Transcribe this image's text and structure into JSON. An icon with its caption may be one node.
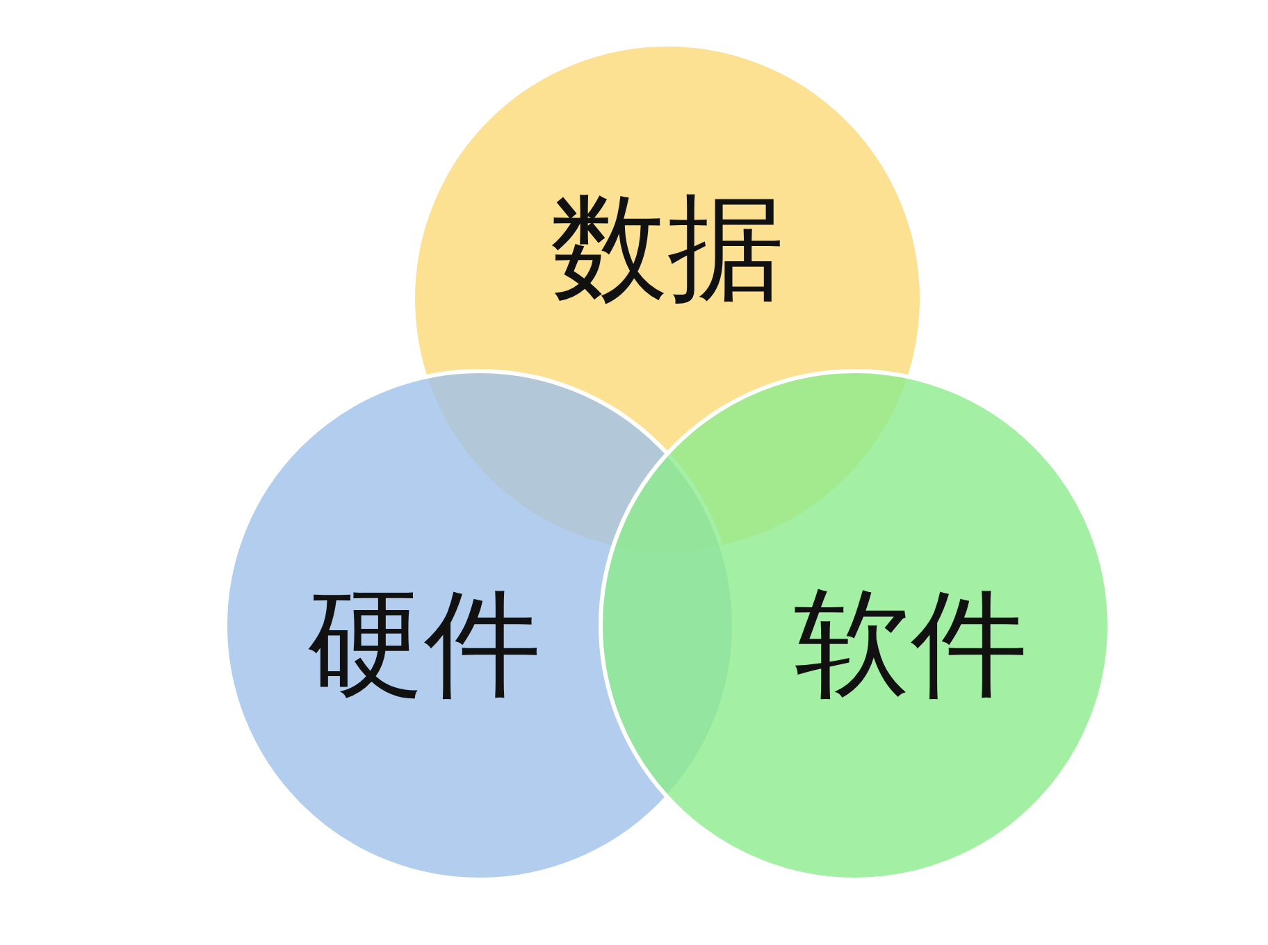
{
  "diagram": {
    "nodes": [
      {
        "text": [
          "数据"
        ]
      },
      {
        "text": [
          "硬件"
        ]
      },
      {
        "text": [
          "软件"
        ]
      }
    ]
  }
}
